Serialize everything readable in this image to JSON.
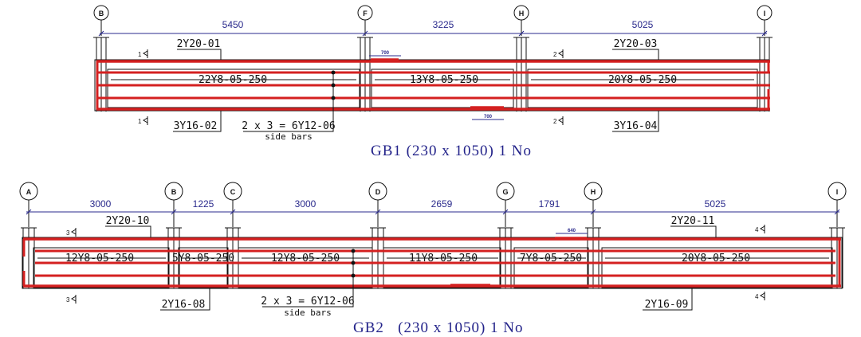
{
  "colors": {
    "rebar": "#d42020",
    "dimension": "#2a2a8c",
    "title": "#23238a",
    "linework": "#111111"
  },
  "beams": [
    {
      "id": "GB1",
      "title": "GB1 (230 x 1050) 1 No",
      "grids": [
        "B",
        "F",
        "H",
        "I"
      ],
      "spans": [
        "5450",
        "3225",
        "5025"
      ],
      "top_bars": [
        "2Y20-01",
        "2Y20-03"
      ],
      "bottom_bars": [
        "3Y16-02",
        "3Y16-04"
      ],
      "stirrups": [
        "22Y8-05-250",
        "13Y8-05-250",
        "20Y8-05-250"
      ],
      "side_bars": {
        "label": "2 x 3 = 6Y12-06",
        "caption": "side bars"
      },
      "extra_bar_dims": [
        "700",
        "700"
      ],
      "section_marks": [
        "1",
        "1",
        "2",
        "2"
      ]
    },
    {
      "id": "GB2",
      "title": "GB2   (230 x 1050) 1 No",
      "grids": [
        "A",
        "B",
        "C",
        "D",
        "G",
        "H",
        "I"
      ],
      "spans": [
        "3000",
        "1225",
        "3000",
        "2659",
        "1791",
        "5025"
      ],
      "top_bars": [
        "2Y20-10",
        "2Y20-11"
      ],
      "bottom_bars": [
        "2Y16-08",
        "2Y16-09"
      ],
      "stirrups": [
        "12Y8-05-250",
        "5Y8-05-250",
        "12Y8-05-250",
        "11Y8-05-250",
        "7Y8-05-250",
        "20Y8-05-250"
      ],
      "side_bars": {
        "label": "2 x 3 = 6Y12-06",
        "caption": "side bars"
      },
      "extra_bar_dims": [
        "640"
      ],
      "section_marks": [
        "3",
        "3",
        "4",
        "4"
      ]
    }
  ]
}
